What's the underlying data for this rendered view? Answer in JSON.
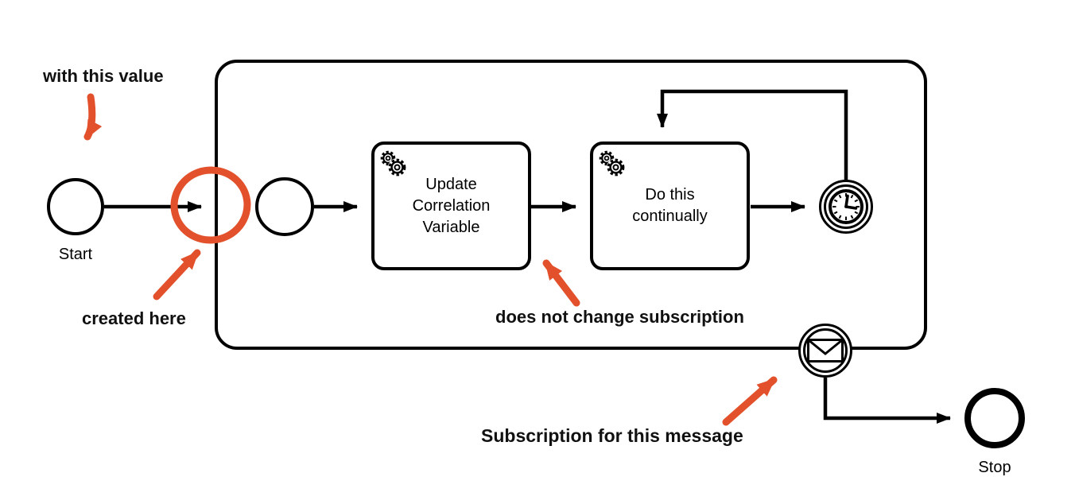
{
  "colors": {
    "accent": "#E2512B",
    "ink": "#000000",
    "background": "#FFFFFF"
  },
  "diagram": {
    "start_label": "Start",
    "stop_label": "Stop",
    "task_update_label": "Update Correlation Variable",
    "task_loop_label": "Do this continually"
  },
  "annotations": {
    "with_this_value": "with this value",
    "created_here": "created here",
    "does_not_change_subscription": "does not change subscription",
    "subscription_for_message": "Subscription for this message"
  },
  "icons": {
    "service_task": "gears-icon",
    "timer_event": "clock-icon",
    "message_event": "envelope-icon",
    "annotation_circle": "hand-drawn-circle",
    "annotation_arrow": "hand-drawn-arrow"
  }
}
